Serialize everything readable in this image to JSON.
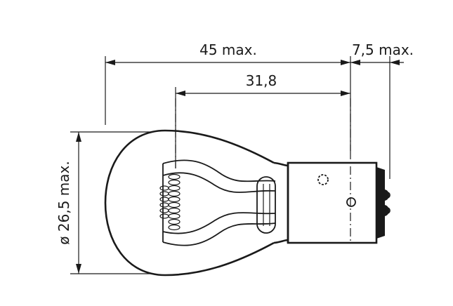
{
  "dimensions": {
    "overall_length": "45 max.",
    "pin_offset": "7,5 max.",
    "filament_to_base": "31,8",
    "diameter": "ø 26,5 max."
  }
}
